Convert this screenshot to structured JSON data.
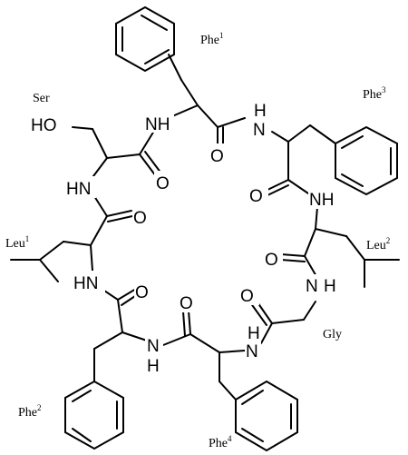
{
  "residues": {
    "phe1": {
      "name": "Phe",
      "num": "1"
    },
    "phe2": {
      "name": "Phe",
      "num": "2"
    },
    "phe3": {
      "name": "Phe",
      "num": "3"
    },
    "phe4": {
      "name": "Phe",
      "num": "4"
    },
    "leu1": {
      "name": "Leu",
      "num": "1"
    },
    "leu2": {
      "name": "Leu",
      "num": "2"
    },
    "ser": {
      "name": "Ser"
    },
    "gly": {
      "name": "Gly"
    }
  },
  "atoms": {
    "ho": "HO",
    "nh": "NH",
    "hn": "HN",
    "h": "H",
    "n": "N",
    "o": "O"
  }
}
